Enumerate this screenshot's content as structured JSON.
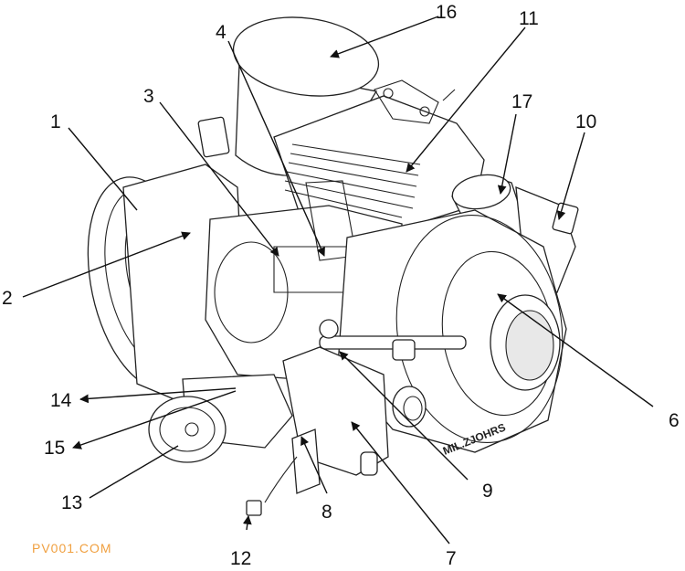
{
  "diagram": {
    "labels": [
      {
        "id": "1",
        "text": "1"
      },
      {
        "id": "2",
        "text": "2"
      },
      {
        "id": "3",
        "text": "3"
      },
      {
        "id": "4",
        "text": "4"
      },
      {
        "id": "6",
        "text": "6"
      },
      {
        "id": "7",
        "text": "7"
      },
      {
        "id": "8",
        "text": "8"
      },
      {
        "id": "9",
        "text": "9"
      },
      {
        "id": "10",
        "text": "10"
      },
      {
        "id": "11",
        "text": "11"
      },
      {
        "id": "12",
        "text": "12"
      },
      {
        "id": "13",
        "text": "13"
      },
      {
        "id": "14",
        "text": "14"
      },
      {
        "id": "15",
        "text": "15"
      },
      {
        "id": "16",
        "text": "16"
      },
      {
        "id": "17",
        "text": "17"
      }
    ],
    "cover_text": "MIL.ZJOHRS",
    "watermark": "PV001.COM"
  }
}
